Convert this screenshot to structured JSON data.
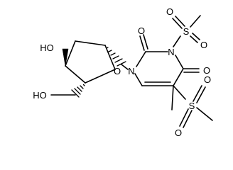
{
  "molecule": {
    "atoms": {
      "ho_top": "HO",
      "ho_left": "HO",
      "o_ring": "O",
      "n1": "N",
      "n3": "N",
      "o2": "O",
      "o4": "O",
      "s_top": "S",
      "o_s_top_1": "O",
      "o_s_top_2": "O",
      "s_bottom": "S",
      "o_s_bottom_1": "O",
      "o_s_bottom_2": "O"
    }
  }
}
